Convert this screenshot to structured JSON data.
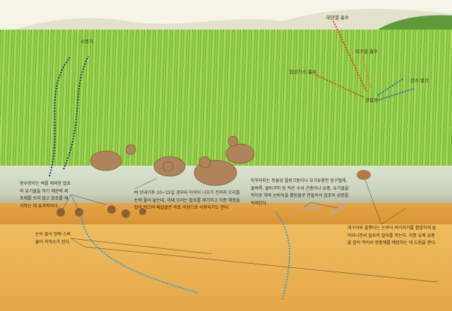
{
  "labels": {
    "vapor": "수증기",
    "solar": "태양열 흡수",
    "atmos": "대기열 흡수",
    "co2": "탄산가스 흡수",
    "photo": "광합성",
    "oxygen": "산소 발산"
  },
  "notes": {
    "snail": "왕우렁이는 벼를 제외한 잡초와 유기물을 먹기 때문에 제초제를 쓰지 않고 잡초를 제거하는 데 효과적이다.",
    "duck": "벼 모내기후 10~15일 경부터 이삭이 나오기 전까지 오리를 논에 풀어 놓는데, 이때 오리는 잡초를 제거하고 각종 해충을 잡아 먹으며 배설물은 비료 자원으로 사용되기도 한다.",
    "loach": "미꾸라지는 동물성 플랑크톤이나 모기유충인 장구벌레, 물벼룩, 물바구미 등 작은 수서 곤충이나 유충, 유기물을 먹이로 하며 논바닥을 흙탕물로 만들어서 잡초의 성장을 억제한다.",
    "frog": "개구리와 올챙이는 논바닥 여기저기를 활발하게 돌아다니면서 잡초의 발아를 막는다. 각종 유해 유충을 잡아 먹어서 병충해를 예방하는 데 도움을 준다.",
    "water": "논의 물이 땅에 스며들어 지하수가 된다."
  },
  "colors": {
    "solar": "#e8321e",
    "atmos": "#f07a20",
    "co2": "#c0501c",
    "oxygen": "#2a5fc0",
    "vapor": "#1a2a6a",
    "seep": "#1aa0e8"
  }
}
